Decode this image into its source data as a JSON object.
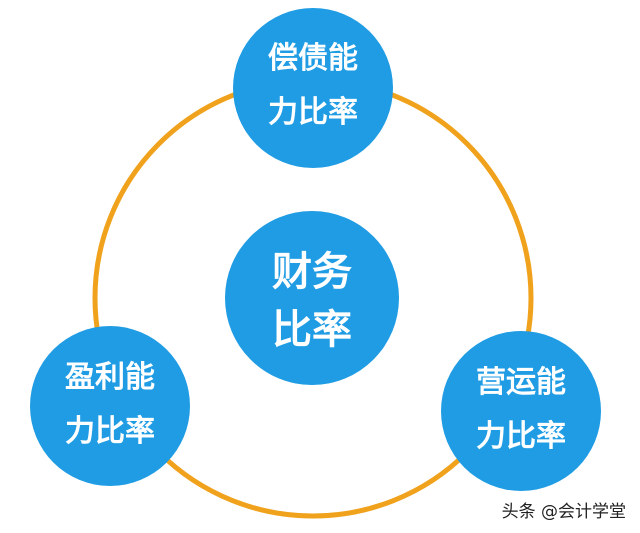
{
  "colors": {
    "ring": "#F0A21C",
    "node_fill": "#1F9CE4",
    "node_text": "#FFFFFF"
  },
  "center_node": {
    "line1": "财务",
    "line2": "比率"
  },
  "nodes": [
    {
      "line1": "偿债能",
      "line2": "力比率"
    },
    {
      "line1": "盈利能",
      "line2": "力比率"
    },
    {
      "line1": "营运能",
      "line2": "力比率"
    }
  ],
  "watermark": "头条 @会计学堂"
}
